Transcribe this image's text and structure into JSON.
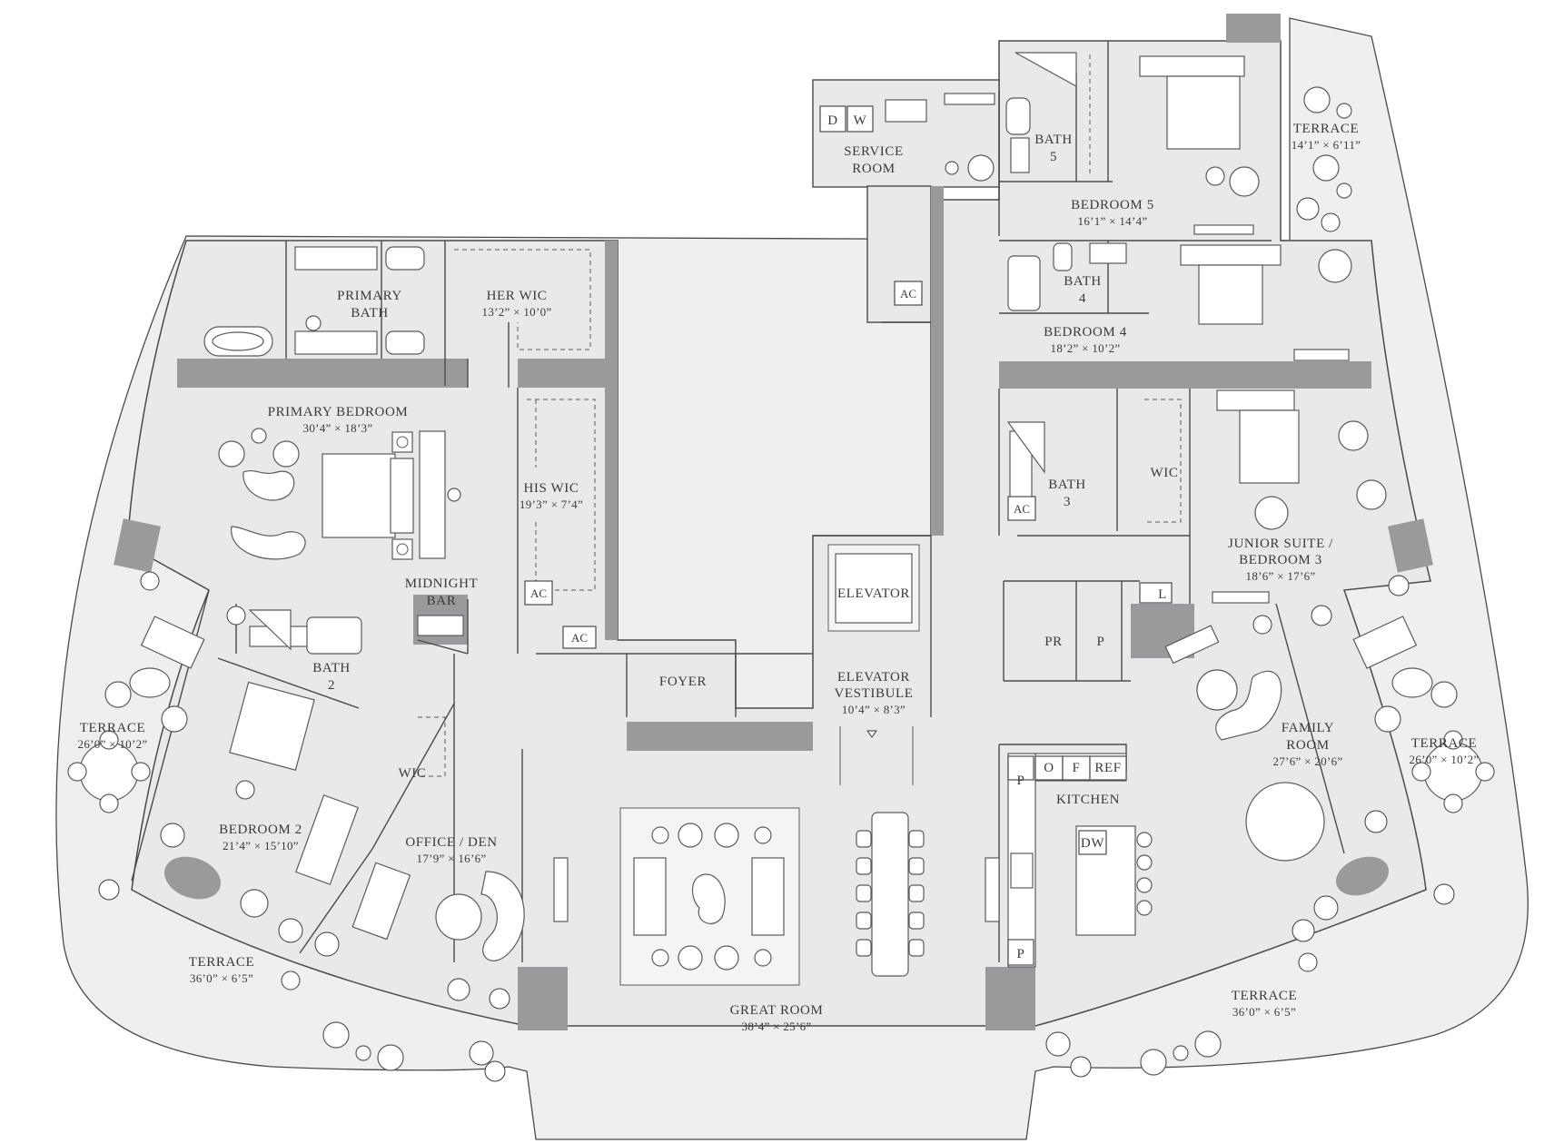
{
  "rooms": {
    "service_room": {
      "name_1": "SERVICE",
      "name_2": "ROOM"
    },
    "d_label": "D",
    "w_label": "W",
    "bath5": {
      "name_1": "BATH",
      "name_2": "5"
    },
    "bedroom5": {
      "name": "BEDROOM 5",
      "dim": "16’1” × 14’4”"
    },
    "terrace_top_right": {
      "name": "TERRACE",
      "dim": "14’1” × 6’11”"
    },
    "bath4": {
      "name_1": "BATH",
      "name_2": "4"
    },
    "bedroom4": {
      "name": "BEDROOM 4",
      "dim": "18’2” × 10’2”"
    },
    "primary_bath": {
      "name_1": "PRIMARY",
      "name_2": "BATH"
    },
    "her_wic": {
      "name": "HER WIC",
      "dim": "13’2” × 10’0”"
    },
    "primary_bedroom": {
      "name": "PRIMARY BEDROOM",
      "dim": "30’4” × 18’3”"
    },
    "his_wic": {
      "name": "HIS WIC",
      "dim": "19’3” × 7’4”"
    },
    "midnight_bar": {
      "name_1": "MIDNIGHT",
      "name_2": "BAR"
    },
    "bath3": {
      "name_1": "BATH",
      "name_2": "3"
    },
    "wic_right": {
      "name": "WIC"
    },
    "junior_suite": {
      "name_1": "JUNIOR SUITE /",
      "name_2": "BEDROOM 3",
      "dim": "18’6” × 17’6”"
    },
    "elevator": {
      "name": "ELEVATOR"
    },
    "elevator_vestibule": {
      "name_1": "ELEVATOR",
      "name_2": "VESTIBULE",
      "dim": "10’4” × 8’3”"
    },
    "foyer": {
      "name": "FOYER"
    },
    "pr": {
      "name": "PR"
    },
    "p_pantry": {
      "name": "P"
    },
    "l_label": {
      "name": "L"
    },
    "bath2": {
      "name_1": "BATH",
      "name_2": "2"
    },
    "terrace_left": {
      "name": "TERRACE",
      "dim": "26’0” × 10’2”"
    },
    "bedroom2": {
      "name": "BEDROOM 2",
      "dim": "21’4” × 15’10”"
    },
    "wic_left": {
      "name": "WIC"
    },
    "office_den": {
      "name": "OFFICE / DEN",
      "dim": "17’9” × 16’6”"
    },
    "family_room": {
      "name_1": "FAMILY",
      "name_2": "ROOM",
      "dim": "27’6” × 20’6”"
    },
    "terrace_right": {
      "name": "TERRACE",
      "dim": "26’0” × 10’2”"
    },
    "kitchen": {
      "name": "KITCHEN",
      "o": "O",
      "f": "F",
      "ref": "REF",
      "dw": "DW",
      "p1": "P",
      "p2": "P"
    },
    "great_room": {
      "name": "GREAT ROOM",
      "dim": "38’4” × 25’6”"
    },
    "terrace_bottom_left": {
      "name": "TERRACE",
      "dim": "36’0” × 6’5”"
    },
    "terrace_bottom_right": {
      "name": "TERRACE",
      "dim": "36’0” × 6’5”"
    }
  },
  "ac_label": "AC",
  "colors": {
    "floor": "#e9e9ea",
    "wall": "#9a9a9c",
    "outline": "#4a4a4a",
    "text": "#3a3a3a"
  }
}
